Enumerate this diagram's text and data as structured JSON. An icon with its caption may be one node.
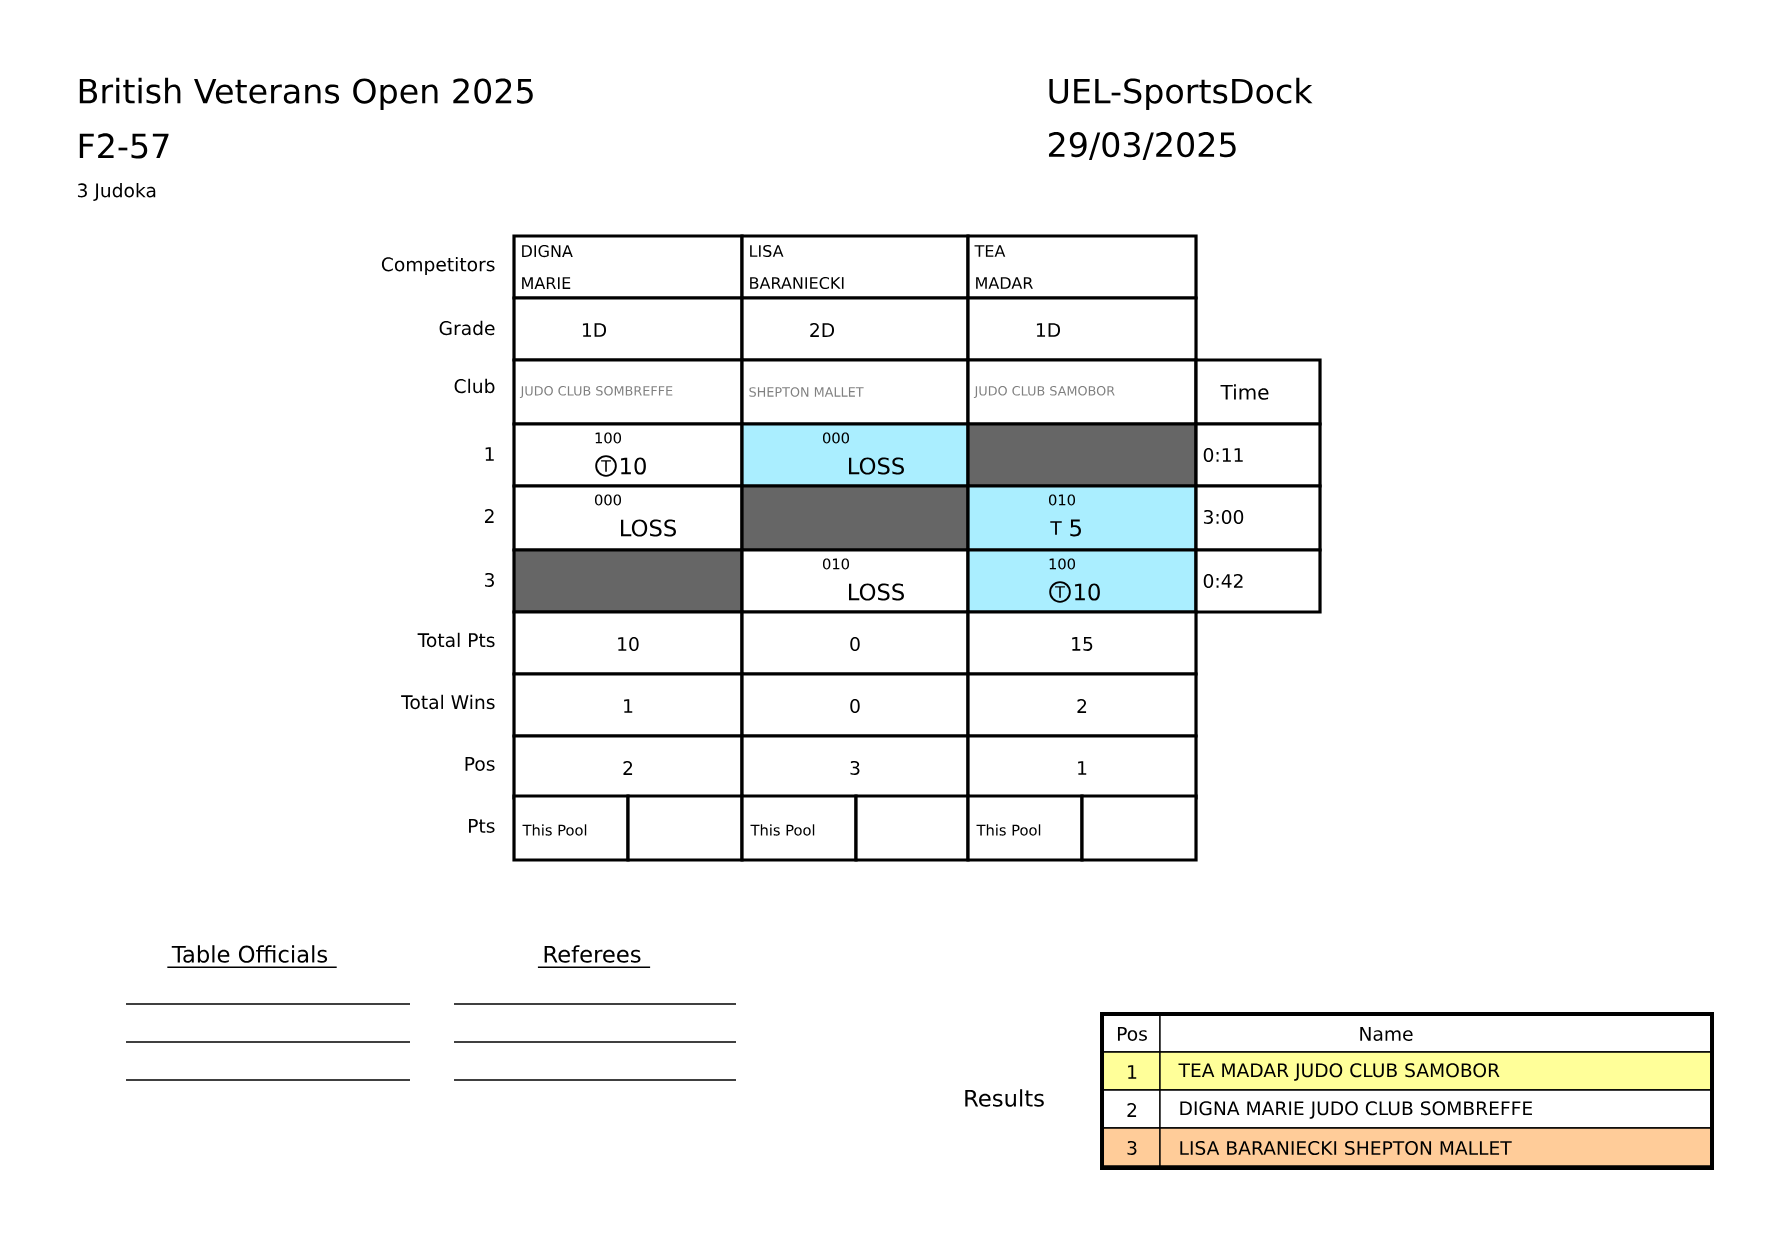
{
  "diagram": {
    "title": "British Veterans Open 2025",
    "labels": [
      "F2-57",
      "UEL-SportsDock",
      "29/03/2025",
      "3 Judoka",
      "Competitors",
      "DIGNA MARIE",
      "LISA BARANIECKI",
      "TEA MADAR",
      "Grade",
      "1D",
      "2D",
      "1D",
      "Club",
      "JUDO CLUB SOMBREFFE",
      "SHEPTON MALLET",
      "JUDO CLUB SAMOBOR",
      "Time",
      "1",
      "100",
      "T",
      "10",
      "000",
      "LOSS",
      "0:11",
      "2",
      "000",
      "LOSS",
      "010",
      "T",
      "5",
      "3:00",
      "3",
      "010",
      "LOSS",
      "100",
      "T",
      "10",
      "0:42",
      "Total Pts",
      "10",
      "0",
      "15",
      "Total Wins",
      "1",
      "0",
      "2",
      "Pos",
      "2",
      "3",
      "1",
      "Pts",
      "This Pool",
      "This Pool",
      "This Pool",
      "Table Officials",
      "Referees",
      "Results",
      "Pos",
      "Name",
      "1",
      "TEA MADAR JUDO CLUB SAMOBOR",
      "2",
      "DIGNA MARIE JUDO CLUB SOMBREFFE",
      "3",
      "LISA BARANIECKI SHEPTON MALLET"
    ]
  }
}
